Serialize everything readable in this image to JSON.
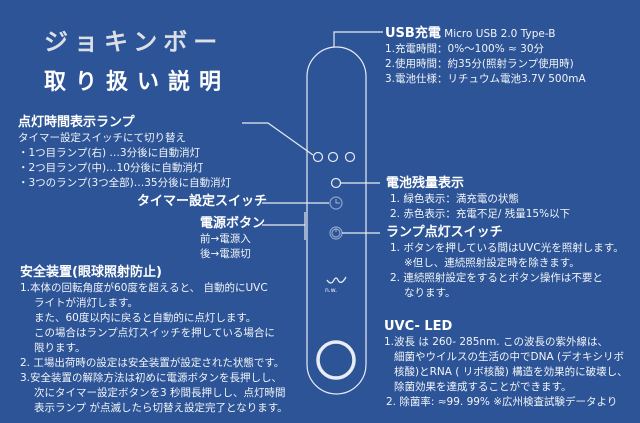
{
  "title": "ジョキンボー",
  "subtitle": "取り扱い説明",
  "lamp": {
    "heading": "点灯時間表示ランプ",
    "lines": [
      "タイマー設定スイッチにて切り替え",
      "・1つ目ランプ(右) …3分後に自動消灯",
      "・2つ目ランプ(中)…10分後に自動消灯",
      "・3つのランプ(3つ全部)…35分後に自動消灯"
    ]
  },
  "timer": {
    "heading": "タイマー設定スイッチ"
  },
  "power": {
    "heading": "電源ボタン",
    "lines": [
      "前→電源入",
      "後→電源切"
    ]
  },
  "safety": {
    "heading": "安全装置(眼球照射防止)",
    "lines": [
      "1.本体の回転角度が60度を超えると、 自動的にUVC",
      "ライトが消灯します。",
      "また、60度以内に戻ると自動的に点灯します。",
      "この場合はランプ点灯スイッチを押している場合に",
      "限ります。",
      "2. 工場出荷時の設定は安全装置が設定された状態です。",
      "3.安全装置の解除方法は初めに電源ボタンを長押しし、",
      "次にタイマー設定ボタンを3 秒間長押しし、点灯時間",
      "表示ランプ が点滅したら切替え設定完了となります。"
    ]
  },
  "usb": {
    "heading": "USB充電",
    "sub": "Micro USB 2.0 Type-B",
    "lines": [
      "1.充電時間：0%〜100% ≈ 30分",
      "2.使用時間：約35分(照射ランプ使用時)",
      "3.電池仕様：リチュウム電池3.7V 500mA"
    ]
  },
  "battery": {
    "heading": "電池残量表示",
    "lines": [
      "1. 緑色表示：満充電の状態",
      "2. 赤色表示：充電不足/ 残量15%以下"
    ]
  },
  "switch": {
    "heading": "ランプ点灯スイッチ",
    "lines": [
      "1. ボタンを押している間はUVC光を照射します。",
      "※但し、連続照射設定時を除きます。",
      "2. 連続照射設定をするとボタン操作は不要と",
      "なります。"
    ]
  },
  "uvc": {
    "heading": "UVC- LED",
    "lines": [
      "1.波長 は 260- 285nm. この波長の紫外線は、",
      "細菌やウイルスの生活の中でDNA (デオキシリボ",
      "核酸)とRNA ( リボ核酸) 構造を効果的に破壊し、",
      "除菌効果を達成することができます。",
      "2. 除菌率: ≈99. 99% ※広州検査試験データより"
    ]
  },
  "device": {
    "logo": "n.w."
  }
}
